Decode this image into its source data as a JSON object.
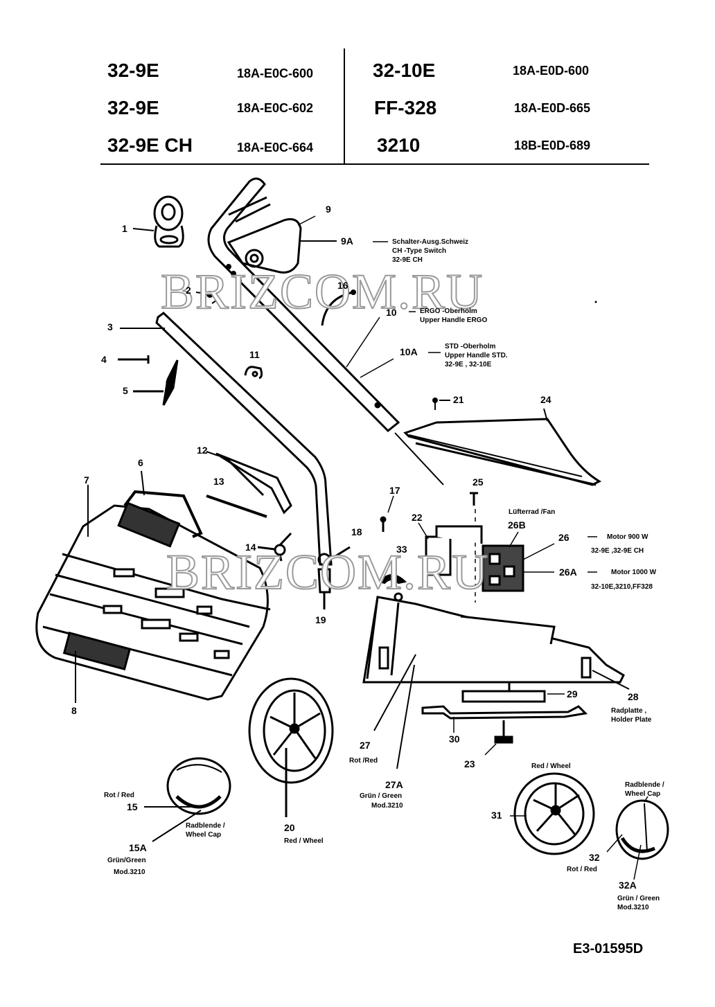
{
  "models": [
    {
      "model": "32-9E",
      "code": "18A-E0C-600"
    },
    {
      "model": "32-9E",
      "code": "18A-E0C-602"
    },
    {
      "model": "32-9E CH",
      "code": "18A-E0C-664"
    },
    {
      "model": "32-10E",
      "code": "18A-E0D-600"
    },
    {
      "model": "FF-328",
      "code": "18A-E0D-665"
    },
    {
      "model": "3210",
      "code": "18B-E0D-689"
    }
  ],
  "watermark": "BRIZCOM.RU",
  "part_numbers": {
    "p1": "1",
    "p2": "2",
    "p3": "3",
    "p4": "4",
    "p5": "5",
    "p6": "6",
    "p7": "7",
    "p8": "8",
    "p9": "9",
    "p9A": "9A",
    "p10": "10",
    "p10A": "10A",
    "p11": "11",
    "p12": "12",
    "p13": "13",
    "p14": "14",
    "p15": "15",
    "p15A": "15A",
    "p16": "16",
    "p17": "17",
    "p18": "18",
    "p19": "19",
    "p20": "20",
    "p21": "21",
    "p22": "22",
    "p23": "23",
    "p24": "24",
    "p25": "25",
    "p26": "26",
    "p26A": "26A",
    "p26B": "26B",
    "p27": "27",
    "p27A": "27A",
    "p28": "28",
    "p29": "29",
    "p30": "30",
    "p31": "31",
    "p32": "32",
    "p32A": "32A",
    "p33": "33"
  },
  "notes": {
    "n9A": [
      "Schalter-Ausg.Schweiz",
      "CH -Type Switch",
      "32-9E CH"
    ],
    "n10": [
      "ERGO -Oberholm",
      "Upper Handle ERGO"
    ],
    "n10A": [
      "STD -Oberholm",
      "Upper Handle STD.",
      "32-9E  , 32-10E"
    ],
    "n26B": [
      "Lüfterrad /Fan"
    ],
    "n26": [
      "Motor 900 W",
      "32-9E ,32-9E CH"
    ],
    "n26A": [
      "Motor 1000 W",
      "32-10E,3210,FF328"
    ],
    "n28": [
      "Radplatte ,",
      "Holder Plate"
    ],
    "n27": [
      "Rot /Red"
    ],
    "n27A": [
      "Grün / Green",
      "Mod.3210"
    ],
    "n15": [
      "Rot / Red"
    ],
    "n15cap": [
      "Radblende /",
      "Wheel Cap"
    ],
    "n15A": [
      "Grün/Green",
      "Mod.3210"
    ],
    "n20": [
      "Red / Wheel"
    ],
    "n31": [
      "Red / Wheel"
    ],
    "n32cap": [
      "Radblende /",
      "Wheel Cap"
    ],
    "n32": [
      "Rot / Red"
    ],
    "n32A": [
      "Grün / Green",
      "Mod.3210"
    ]
  },
  "document_id": "E3-01595D"
}
